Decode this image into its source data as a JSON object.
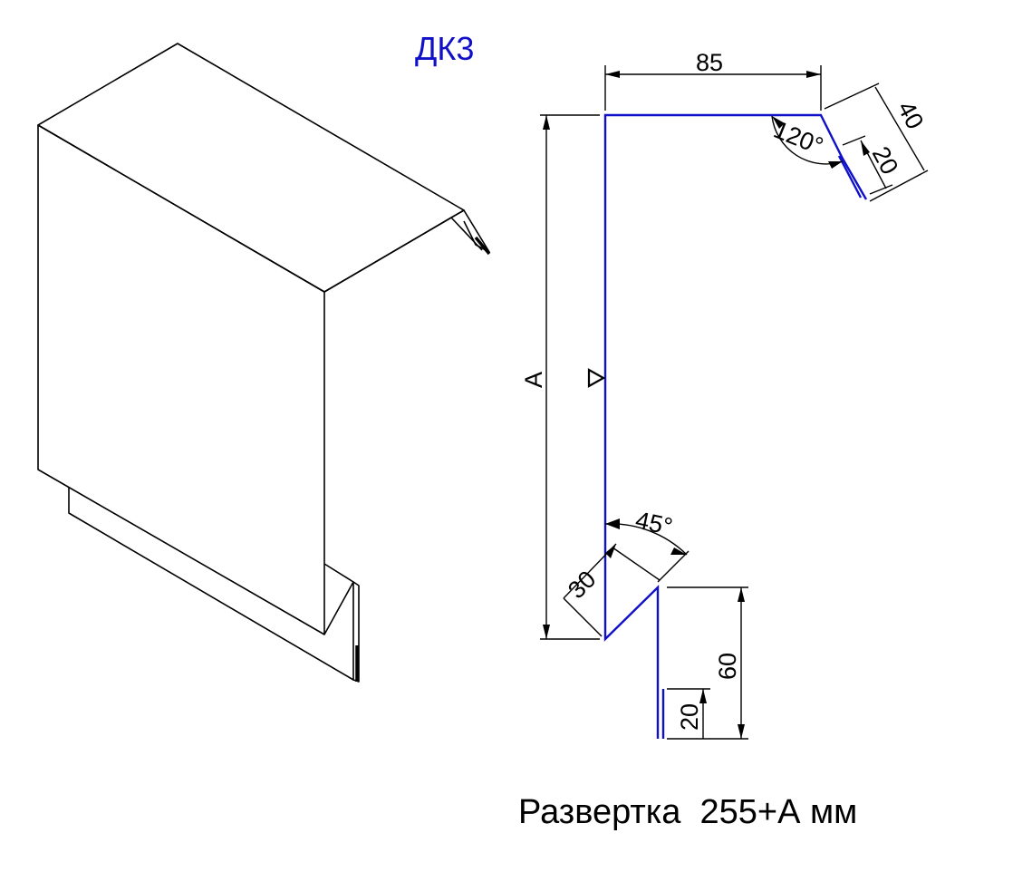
{
  "title": "ДК3",
  "caption": "Развертка  255+А мм",
  "dimensions": {
    "top_width": "85",
    "top_flange": "40",
    "top_hem": "20",
    "top_angle": "120°",
    "height": "A",
    "bottom_angle": "45°",
    "bottom_slant": "30",
    "bottom_drop": "60",
    "bottom_hem": "20"
  },
  "colors": {
    "profile": "#1010c8",
    "title": "#1010c8",
    "lines": "#000000"
  }
}
